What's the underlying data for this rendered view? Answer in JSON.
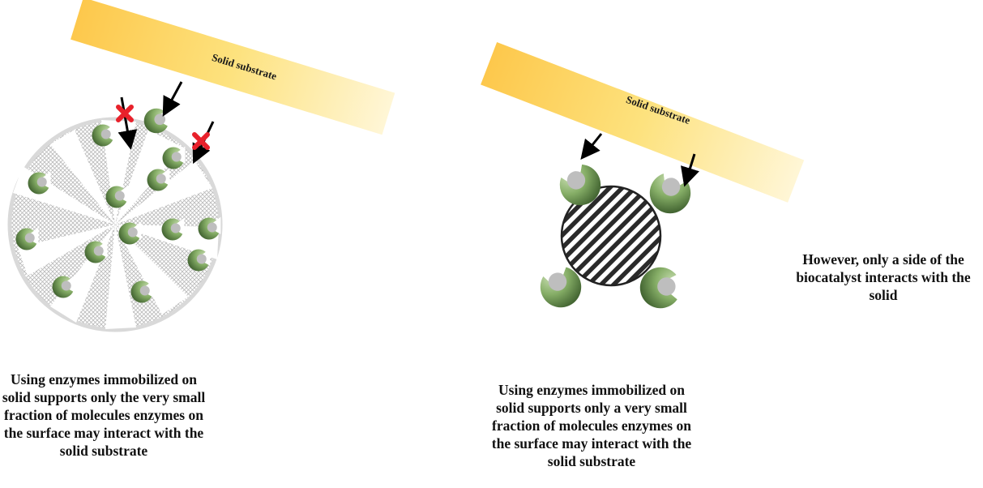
{
  "left_panel": {
    "substrate_label": "Solid substrate",
    "caption": "Using enzymes immobilized on solid supports only the very small fraction of molecules enzymes on the surface may interact with  the solid substrate"
  },
  "right_panel": {
    "substrate_label": "Solid substrate",
    "caption": "Using enzymes immobilized on solid supports only a very small fraction of molecules enzymes on the surface may interact with the solid substrate",
    "note": "However, only a side  of the biocatalyst  interacts with the solid"
  },
  "colors": {
    "substrate": "#fdd66a",
    "enzyme_dark": "#3b5f2c",
    "enzyme_light": "#a9c98e",
    "active_site": "#bdbdbd",
    "blocked_marker": "#e8212b",
    "support_rim": "#d6d6d6",
    "support_pores": "#c8c8c8",
    "core_hatch": "#222222"
  }
}
